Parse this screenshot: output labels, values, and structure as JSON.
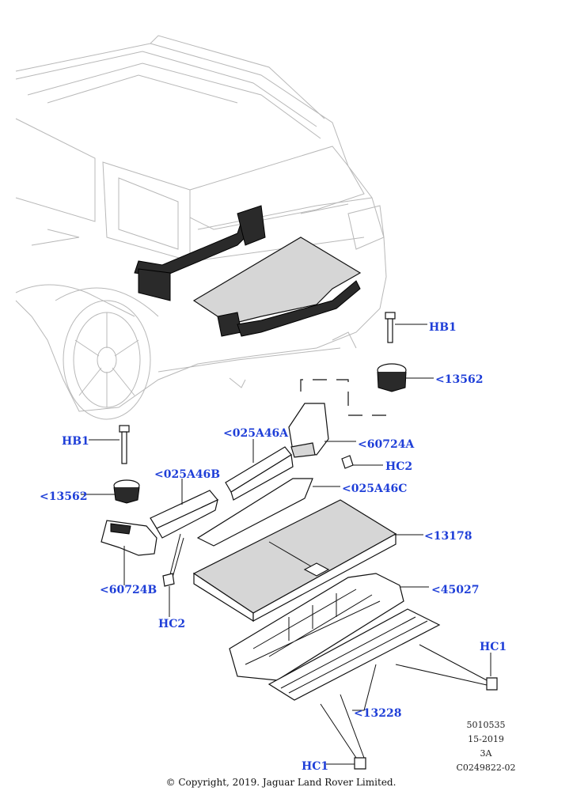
{
  "callouts": {
    "hb1_right": "HB1",
    "c13562_right": "<13562",
    "c025A46A": "<025A46A",
    "c60724A": "<60724A",
    "hc2_right": "HC2",
    "c025A46C": "<025A46C",
    "hb1_left": "HB1",
    "c025A46B": "<025A46B",
    "c13562_left": "<13562",
    "c13178": "<13178",
    "c60724B": "<60724B",
    "c45027": "<45027",
    "hc2_left": "HC2",
    "hc1_right": "HC1",
    "c13228": "<13228",
    "hc1_bottom": "HC1"
  },
  "info_block": {
    "line1": "5010535",
    "line2": "15-2019",
    "line3": "3A",
    "line4": "C0249822-02"
  },
  "copyright": "© Copyright, 2019. Jaguar Land Rover Limited.",
  "colors": {
    "callout": "#1f3fd8"
  }
}
